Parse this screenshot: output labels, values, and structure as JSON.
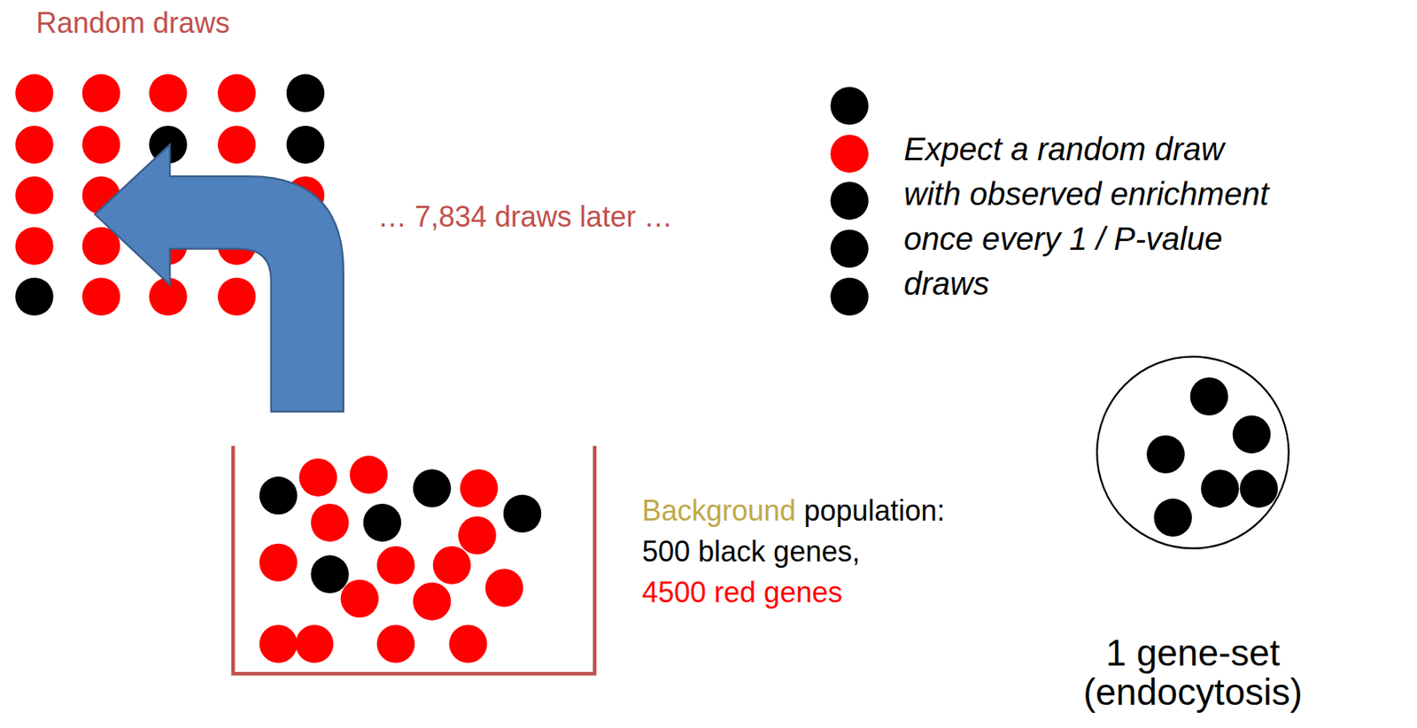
{
  "diagram": {
    "nodes": [
      {
        "text": [
          "1 gene-set (endocytosis)"
        ]
      }
    ],
    "labels": [
      "Random draws",
      "… 7,834 draws later …",
      "Expect a random draw with observed enrichment once every 1 / P-value draws",
      "Background",
      "population:",
      "500 black genes,",
      "4500 red genes"
    ]
  }
}
